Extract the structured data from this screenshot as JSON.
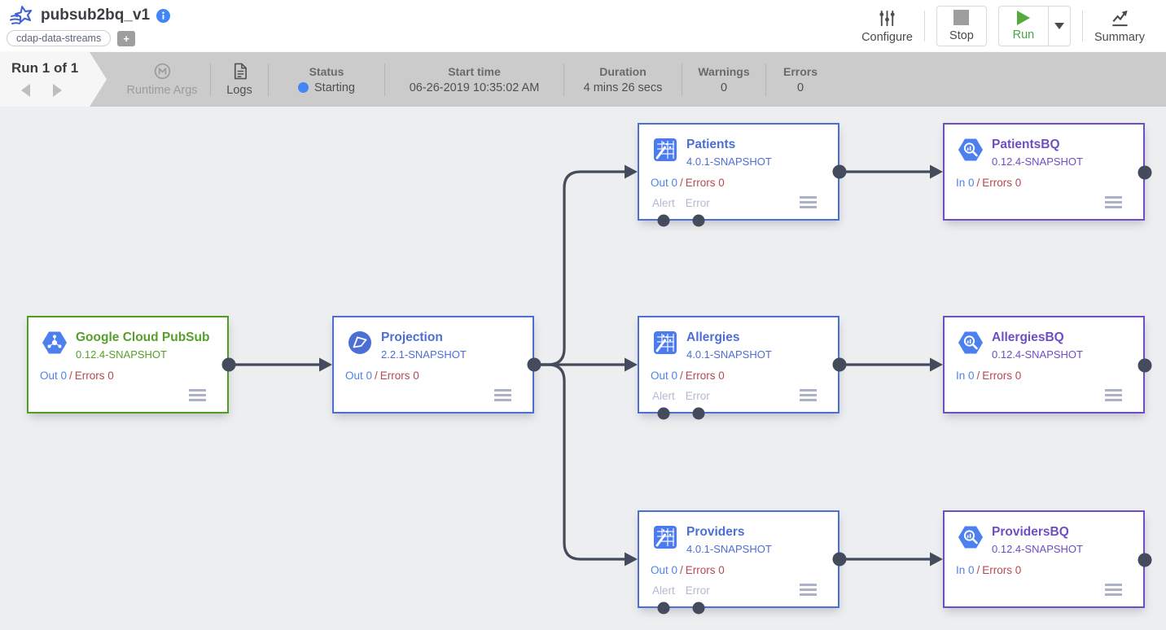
{
  "header": {
    "title": "pubsub2bq_v1",
    "title_icon": "pipeline-star-icon",
    "info_icon": "info-circle-icon",
    "tag": "cdap-data-streams",
    "add_tag": "+",
    "configure_label": "Configure",
    "configure_icon": "sliders-icon",
    "stop_label": "Stop",
    "stop_icon": "stop-square-icon",
    "run_label": "Run",
    "run_icon": "play-triangle-icon",
    "run_caret_icon": "chevron-down-icon",
    "summary_label": "Summary",
    "summary_icon": "trend-chart-icon"
  },
  "run_bar": {
    "run_counter": "Run 1 of 1",
    "prev_icon": "prev-run-arrow",
    "next_icon": "next-run-arrow",
    "runtime_args_label": "Runtime Args",
    "runtime_args_icon": "circled-m-icon",
    "logs_label": "Logs",
    "logs_icon": "document-icon",
    "status_label": "Status",
    "status_value": "Starting",
    "status_color": "#4285f4",
    "start_time_label": "Start time",
    "start_time_value": "06-26-2019 10:35:02 AM",
    "duration_label": "Duration",
    "duration_value": "4 mins 26 secs",
    "warnings_label": "Warnings",
    "warnings_value": "0",
    "errors_label": "Errors",
    "errors_value": "0"
  },
  "pipeline": {
    "colors": {
      "edge": "#434b5c",
      "source_accent": "#4f9e24",
      "transform_accent": "#4c6fd6",
      "sink_accent": "#6d4ec4",
      "metric_blue": "#4e82ec",
      "metric_red": "#b5494f",
      "canvas_bg": "#edeef0"
    },
    "nodes": [
      {
        "id": "google-cloud-pubsub",
        "title": "Google Cloud PubSub",
        "version": "0.12.4-SNAPSHOT",
        "io": "Out 0",
        "slash": "/",
        "errors": "Errors 0",
        "icon": "pubsub-hexagon-icon",
        "type": "source"
      },
      {
        "id": "projection",
        "title": "Projection",
        "version": "2.2.1-SNAPSHOT",
        "io": "Out 0",
        "slash": "/",
        "errors": "Errors 0",
        "icon": "projection-circle-icon",
        "type": "transform"
      },
      {
        "id": "patients",
        "title": "Patients",
        "version": "4.0.1-SNAPSHOT",
        "io": "Out 0",
        "slash": "/",
        "errors": "Errors 0",
        "alert_label": "Alert",
        "error_label": "Error",
        "icon": "wrangler-grid-wand-icon",
        "type": "transform"
      },
      {
        "id": "allergies",
        "title": "Allergies",
        "version": "4.0.1-SNAPSHOT",
        "io": "Out 0",
        "slash": "/",
        "errors": "Errors 0",
        "alert_label": "Alert",
        "error_label": "Error",
        "icon": "wrangler-grid-wand-icon",
        "type": "transform"
      },
      {
        "id": "providers",
        "title": "Providers",
        "version": "4.0.1-SNAPSHOT",
        "io": "Out 0",
        "slash": "/",
        "errors": "Errors 0",
        "alert_label": "Alert",
        "error_label": "Error",
        "icon": "wrangler-grid-wand-icon",
        "type": "transform"
      },
      {
        "id": "patientsbq",
        "title": "PatientsBQ",
        "version": "0.12.4-SNAPSHOT",
        "io": "In 0",
        "slash": "/",
        "errors": "Errors 0",
        "icon": "bigquery-hexagon-icon",
        "type": "sink"
      },
      {
        "id": "allergiesbq",
        "title": "AllergiesBQ",
        "version": "0.12.4-SNAPSHOT",
        "io": "In 0",
        "slash": "/",
        "errors": "Errors 0",
        "icon": "bigquery-hexagon-icon",
        "type": "sink"
      },
      {
        "id": "providersbq",
        "title": "ProvidersBQ",
        "version": "0.12.4-SNAPSHOT",
        "io": "In 0",
        "slash": "/",
        "errors": "Errors 0",
        "icon": "bigquery-hexagon-icon",
        "type": "sink"
      }
    ]
  }
}
